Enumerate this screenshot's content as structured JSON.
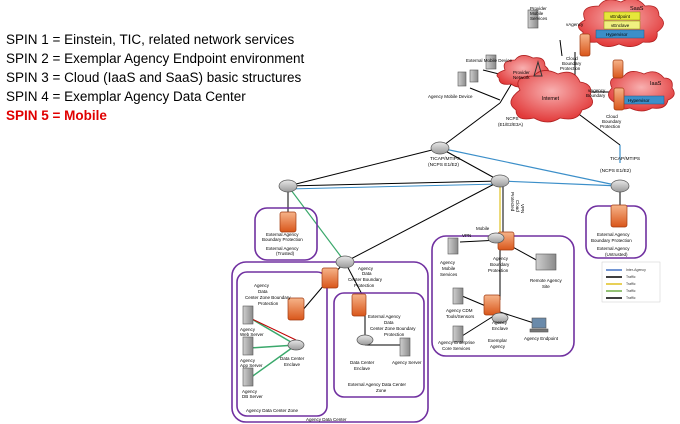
{
  "legend": {
    "items": [
      {
        "text": "SPIN 1  = Einstein, TIC, related network services",
        "highlight": false
      },
      {
        "text": "SPIN 2  = Exemplar Agency Endpoint environment",
        "highlight": false
      },
      {
        "text": "SPIN 3  = Cloud (IaaS and SaaS) basic structures",
        "highlight": false
      },
      {
        "text": "SPIN 4  = Exemplar Agency Data Center",
        "highlight": false
      },
      {
        "text": "SPIN 5  =  Mobile",
        "highlight": true
      }
    ],
    "highlight_color": "#e00000"
  },
  "diagram": {
    "cloud": {
      "saas_top": "SaaS",
      "vendpoint": "vEndpoint",
      "venclave": "vEnclave",
      "hypervisor_top": "Hypervisor",
      "vagency_top": "vAgency",
      "boundary_top_1": "Cloud",
      "boundary_top_2": "Boundary",
      "boundary_top_3": "Protection",
      "iaas": "IaaS",
      "hypervisor_bottom": "Hypervisor",
      "vagency_bottom_1": "vAgency",
      "vagency_bottom_2": "Boundary",
      "boundary_bottom_1": "Cloud",
      "boundary_bottom_2": "Boundary",
      "boundary_bottom_3": "Protection",
      "internet": "Internet"
    },
    "mobile": {
      "provider_services_1": "Provider",
      "provider_services_2": "Mobile",
      "provider_services_3": "Services",
      "external_mobile_device": "External Mobile Device",
      "provider_network_1": "Provider",
      "provider_network_2": "Network",
      "agency_mobile_device": "Agency Mobile Device",
      "ncps_1": "NCPS",
      "ncps_2": "(E1/E2/E3A)",
      "protected_vpn_1": "Protected",
      "protected_vpn_2": "Cloud",
      "protected_vpn_3": "VPN",
      "mobile_vpn_1": "Mobile",
      "mobile_vpn_2": "VPN"
    },
    "tic": {
      "left_1": "TICAP/MTIPS",
      "left_2": "(NCPS E1/E2)",
      "right_1": "TICAP/MTIPS",
      "right_2": "(NCPS E1/E2)"
    },
    "external_trusted": {
      "line1": "External Agency",
      "line2": "Boundary Protection",
      "line3": "External Agency",
      "line4": "(Trusted)"
    },
    "external_untrusted": {
      "line1": "External Agency",
      "line2": "Boundary Protection",
      "line3": "External Agency",
      "line4": "(Untrusted)"
    },
    "datacenter": {
      "agency_dc_boundary_1": "Agency",
      "agency_dc_boundary_2": "Data",
      "agency_dc_boundary_3": "Center Boundary",
      "agency_dc_boundary_4": "Protection",
      "zone_boundary_1": "Agency",
      "zone_boundary_2": "Data",
      "zone_boundary_3": "Center Zone Boundary",
      "zone_boundary_4": "Protection",
      "web_server_1": "Agency",
      "web_server_2": "Web Server",
      "app_server_1": "Agency",
      "app_server_2": "App Server",
      "db_server_1": "Agency",
      "db_server_2": "DB  Server",
      "dc_enclave_1": "Data Center",
      "dc_enclave_2": "Enclave",
      "zone_label": "Agency Data Center Zone",
      "ext_zone_boundary_1": "External Agency",
      "ext_zone_boundary_2": "Data",
      "ext_zone_boundary_3": "Center Zone Boundary",
      "ext_zone_boundary_4": "Protection",
      "ext_dc_enclave_1": "Data Center",
      "ext_dc_enclave_2": "Enclave",
      "ext_agency_server": "Agency Server",
      "ext_zone_label_1": "External Agency Data Center",
      "ext_zone_label_2": "Zone",
      "dc_label": "Agency Data Center"
    },
    "agency": {
      "mobile_services_1": "Agency",
      "mobile_services_2": "Mobile",
      "mobile_services_3": "Services",
      "boundary_1": "Agency",
      "boundary_2": "Boundary",
      "boundary_3": "Protection",
      "remote_site_1": "Remote Agency",
      "remote_site_2": "Site",
      "cdm_1": "Agency CDM",
      "cdm_2": "Tools/Sensors",
      "enclave_1": "Agency",
      "enclave_2": "Enclave",
      "enterprise_1": "Agency Enterprise",
      "enterprise_2": "Core Services",
      "exemplar_1": "Exemplar",
      "exemplar_2": "Agency",
      "endpoint": "Agency Endpoint"
    },
    "key": {
      "items": [
        "Inter-Agency",
        "Traffic",
        "Traffic",
        "Traffic",
        "Traffic"
      ],
      "colors": [
        "#4472c4",
        "#000000",
        "#e0c020",
        "#70ad47",
        "#000000"
      ]
    },
    "colors": {
      "zone_border": "#7030a0",
      "firewall": "#e46c2a",
      "firewall_light": "#f4a77a",
      "cloud": "#e03030",
      "cloud_light": "#f28a8a",
      "router": "#8c8c8c",
      "link_blue": "#3c8fc9",
      "link_green": "#3aa86b",
      "link_black": "#000000"
    }
  }
}
